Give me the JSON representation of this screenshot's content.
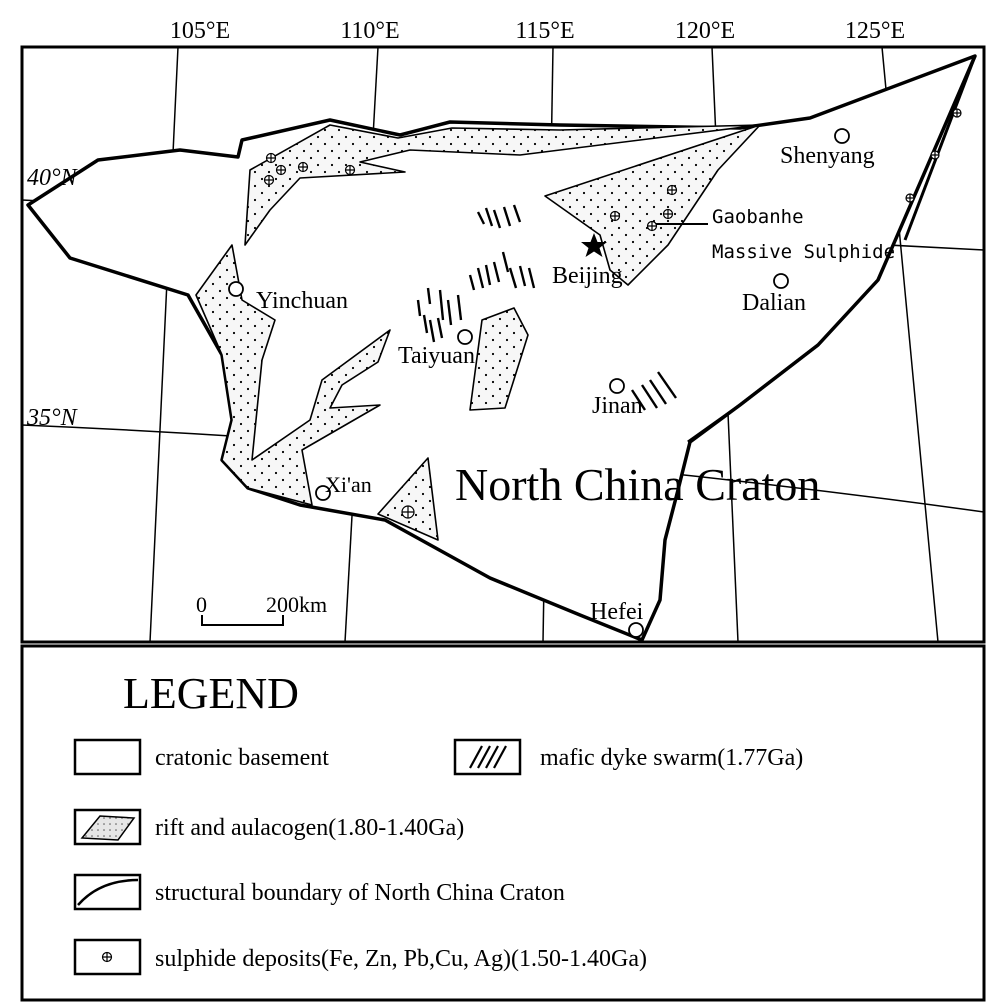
{
  "map": {
    "title": "North China Craton",
    "longitudes": [
      "105°E",
      "110°E",
      "115°E",
      "120°E",
      "125°E"
    ],
    "latitudes": [
      "40°N",
      "35°N"
    ],
    "cities": [
      {
        "name": "Shenyang"
      },
      {
        "name": "Beijing"
      },
      {
        "name": "Yinchuan"
      },
      {
        "name": "Dalian"
      },
      {
        "name": "Taiyuan"
      },
      {
        "name": "Jinan"
      },
      {
        "name": "Xi'an"
      },
      {
        "name": "Hefei"
      }
    ],
    "deposit_label": [
      "Gaobanhe",
      "Massive Sulphide"
    ],
    "scale_bar": {
      "zero": "0",
      "distance": "200km"
    }
  },
  "legend": {
    "heading": "LEGEND",
    "items": [
      {
        "key": "cratonic_basement",
        "label": "cratonic basement"
      },
      {
        "key": "mafic_dyke_swarm",
        "label": "mafic dyke swarm(1.77Ga)"
      },
      {
        "key": "rift_aulacogen",
        "label": "rift and aulacogen(1.80-1.40Ga)"
      },
      {
        "key": "structural_boundary",
        "label": "structural boundary of North China Craton"
      },
      {
        "key": "sulphide_deposits",
        "label": "sulphide deposits(Fe, Zn, Pb,Cu, Ag)(1.50-1.40Ga)"
      }
    ]
  },
  "colors": {
    "ink": "#000000",
    "paper": "#ffffff",
    "rift_fill": "#f2f2f2"
  }
}
